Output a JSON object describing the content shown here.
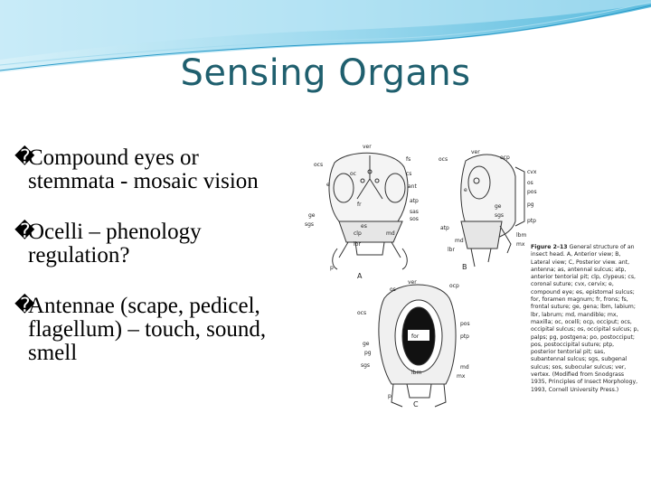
{
  "slide": {
    "title": "Sensing Organs",
    "bullet_marker": "�",
    "bullets": [
      {
        "text": "Compound eyes or stemmata - mosaic vision"
      },
      {
        "text": "Ocelli – phenology regulation?"
      },
      {
        "text": "Antennae (scape, pedicel, flagellum) – touch, sound, smell"
      }
    ]
  },
  "figure": {
    "view_labels": [
      "A",
      "B",
      "C"
    ],
    "eye_label": "for",
    "caption_heading": "Figure 2–13",
    "caption_body": "General structure of an insect head. A, Anterior view; B, Lateral view; C, Posterior view. ant, antenna; as, antennal sulcus; atp, anterior tentorial pit; clp, clypeus; cs, coronal suture; cvx, cervix; e, compound eye; es, epistomal sulcus; for, foramen magnum; fr, frons; fs, frontal suture; ge, gena; lbm, labium; lbr, labrum; md, mandible; mx, maxilla; oc, ocelli; ocp, occiput; ocs, occipital sulcus; os, occipital sulcus; p, palps; pg, postgena; po, postocciput; pos, postoccipital suture; ptp, posterior tentorial pit; sas, subantennal sulcus; sgs, subgenal sulcus; sos, subocular sulcus; ver, vertex. (Modified from Snodgrass 1935, Principles of Insect Morphology, 1993, Cornell University Press.)",
    "labels_a": [
      "ver",
      "ocs",
      "fs",
      "oc",
      "cs",
      "e",
      "fr",
      "ant",
      "atp",
      "sas",
      "sos",
      "ge",
      "sgs",
      "es",
      "clp",
      "md",
      "lbr",
      "p"
    ],
    "labels_b": [
      "ver",
      "ocp",
      "ocs",
      "cvx",
      "os",
      "pos",
      "e",
      "pg",
      "ge",
      "sgs",
      "ptp",
      "atp",
      "lbm",
      "md",
      "lbr",
      "mx"
    ],
    "labels_c": [
      "ver",
      "os",
      "ocp",
      "ocs",
      "pos",
      "ptp",
      "ge",
      "pg",
      "sgs",
      "lbm",
      "md",
      "mx",
      "p"
    ]
  }
}
